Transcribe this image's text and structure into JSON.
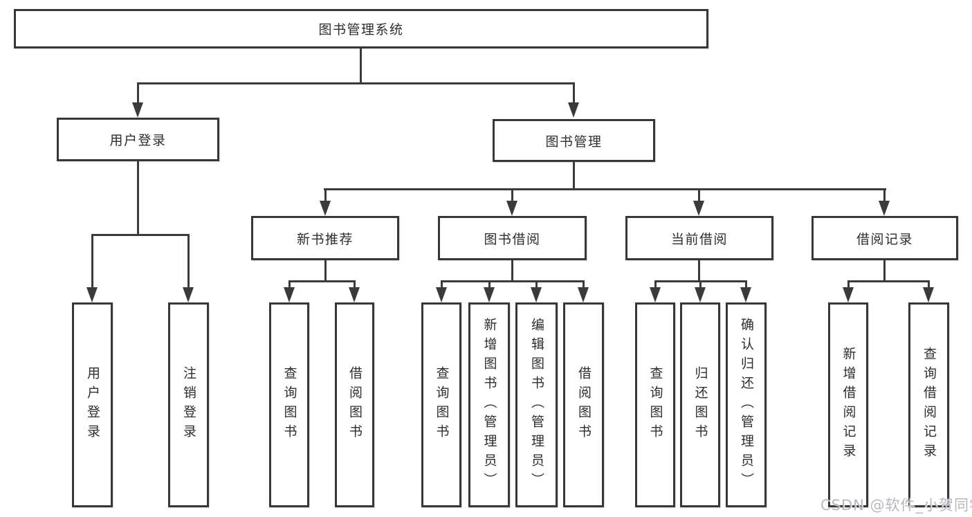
{
  "diagram": {
    "root": "图书管理系统",
    "level2": [
      "用户登录",
      "图书管理"
    ],
    "level3": [
      "新书推荐",
      "图书借阅",
      "当前借阅",
      "借阅记录"
    ],
    "leaves_login": [
      "用户登录",
      "注销登录"
    ],
    "leaves_new_books": [
      "查询图书",
      "借阅图书"
    ],
    "leaves_borrow": [
      "查询图书",
      "新增图书（管理员）",
      "编辑图书（管理员）",
      "借阅图书"
    ],
    "leaves_current": [
      "查询图书",
      "归还图书",
      "确认归还（管理员）"
    ],
    "leaves_records": [
      "新增借阅记录",
      "查询借阅记录"
    ]
  },
  "watermark": "CSDN @软件_小贺同学",
  "colors": {
    "line": "#3a3a3a",
    "box_border": "#373737",
    "text": "#2d2d2d",
    "watermark": "#b0b4b9",
    "background": "#ffffff"
  }
}
